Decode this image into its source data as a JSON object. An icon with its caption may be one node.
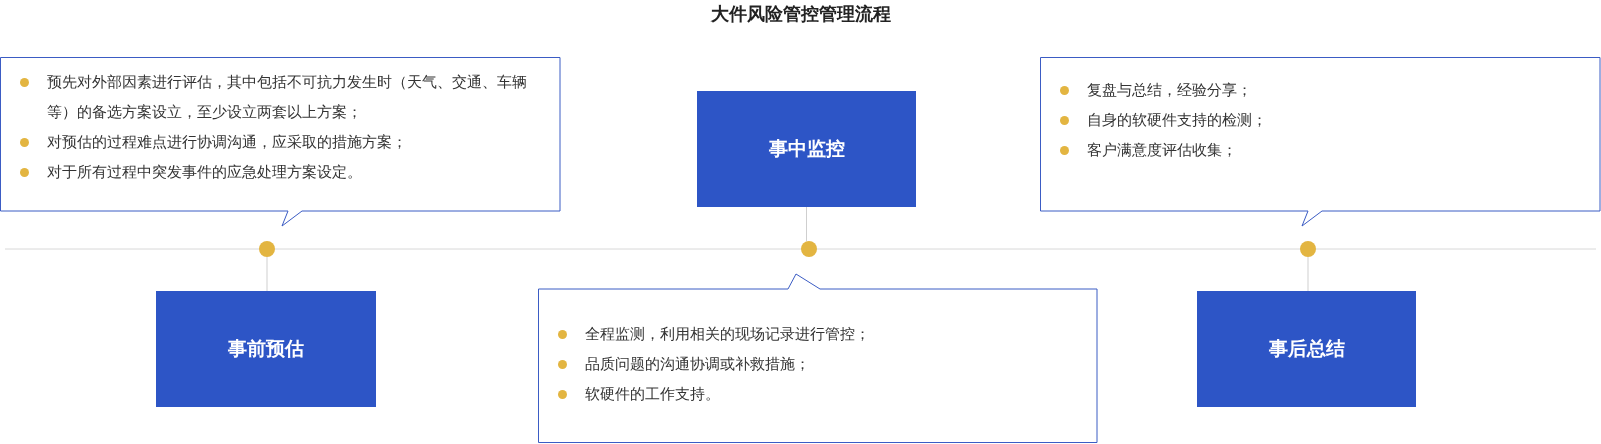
{
  "diagram": {
    "title": "大件风险管控管理流程",
    "nodes": [
      {
        "text": [
          "预先对外部因素进行评估，其中包括不可抗力发生时（天气、交通、车辆等）的备选方案设立，至少设立两套以上方案；",
          "对预估的过程难点进行协调沟通，应采取的措施方案；",
          "对于所有过程中突发事件的应急处理方案设定。"
        ]
      },
      {
        "text": [
          "事中监控"
        ]
      },
      {
        "text": [
          "复盘与总结，经验分享；",
          "自身的软硬件支持的检测；",
          "客户满意度评估收集；"
        ]
      },
      {
        "text": [],
        "shape": "circle"
      },
      {
        "text": [],
        "shape": "circle"
      },
      {
        "text": [],
        "shape": "circle"
      },
      {
        "text": [
          "事前预估"
        ]
      },
      {
        "text": [
          "全程监测，利用相关的现场记录进行管控；",
          "品质问题的沟通协调或补救措施；",
          "软硬件的工作支持。"
        ]
      },
      {
        "text": [
          "事后总结"
        ]
      }
    ],
    "edges": [
      {
        "from": 3,
        "to": 6,
        "arrow": "none"
      },
      {
        "from": 1,
        "to": 4,
        "arrow": "none"
      },
      {
        "from": 5,
        "to": 8,
        "arrow": "none"
      }
    ]
  }
}
